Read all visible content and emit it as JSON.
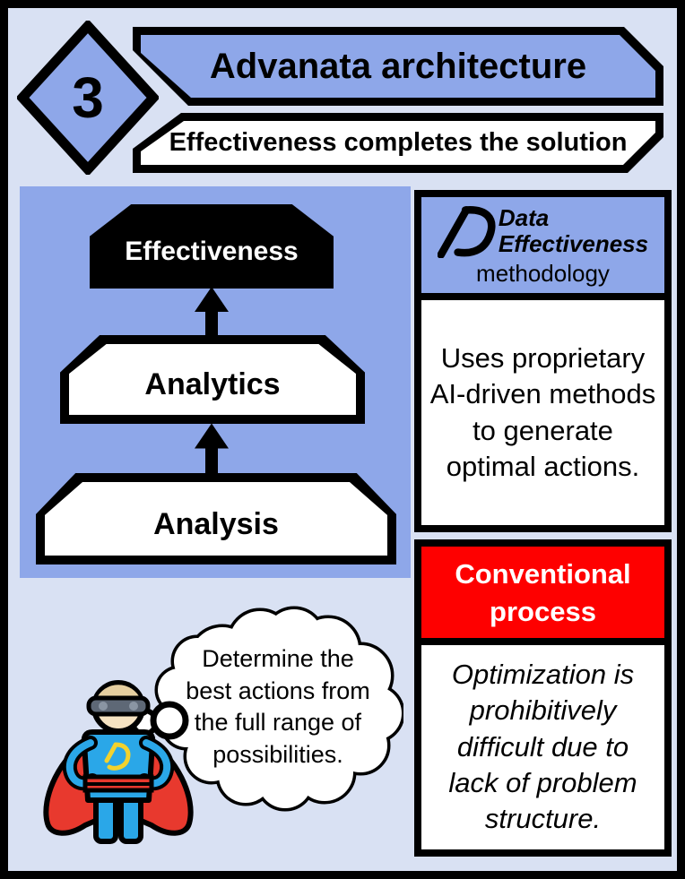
{
  "slide": {
    "step_number": "3",
    "title": "Advanata architecture",
    "subtitle": "Effectiveness completes the solution"
  },
  "pyramid": {
    "levels": [
      {
        "label": "Effectiveness"
      },
      {
        "label": "Analytics"
      },
      {
        "label": "Analysis"
      }
    ]
  },
  "methodology_card": {
    "brand_line1": "Data",
    "brand_line2": "Effectiveness",
    "brand_sub": "methodology",
    "body": "Uses proprietary AI-driven methods to generate optimal actions."
  },
  "conventional_card": {
    "header": "Conventional process",
    "body": "Optimization is prohibitively difficult due to lack of problem structure."
  },
  "thought_bubble": {
    "text": "Determine the best actions from the full range of possibilities."
  },
  "icons": {
    "ad_logo": "AD-monogram",
    "superhero": "superhero-mascot",
    "up_arrow": "up-arrow",
    "thought_trail": "thought-trail-bubbles"
  },
  "colors": {
    "background": "#D9E1F3",
    "accent_blue": "#8EA7E9",
    "alert_red": "#FE0000",
    "black": "#000000",
    "white": "#FFFFFF",
    "hero_suit_blue": "#2AA7E8",
    "cape_red": "#E8392E",
    "logo_yellow": "#F2D22E"
  }
}
